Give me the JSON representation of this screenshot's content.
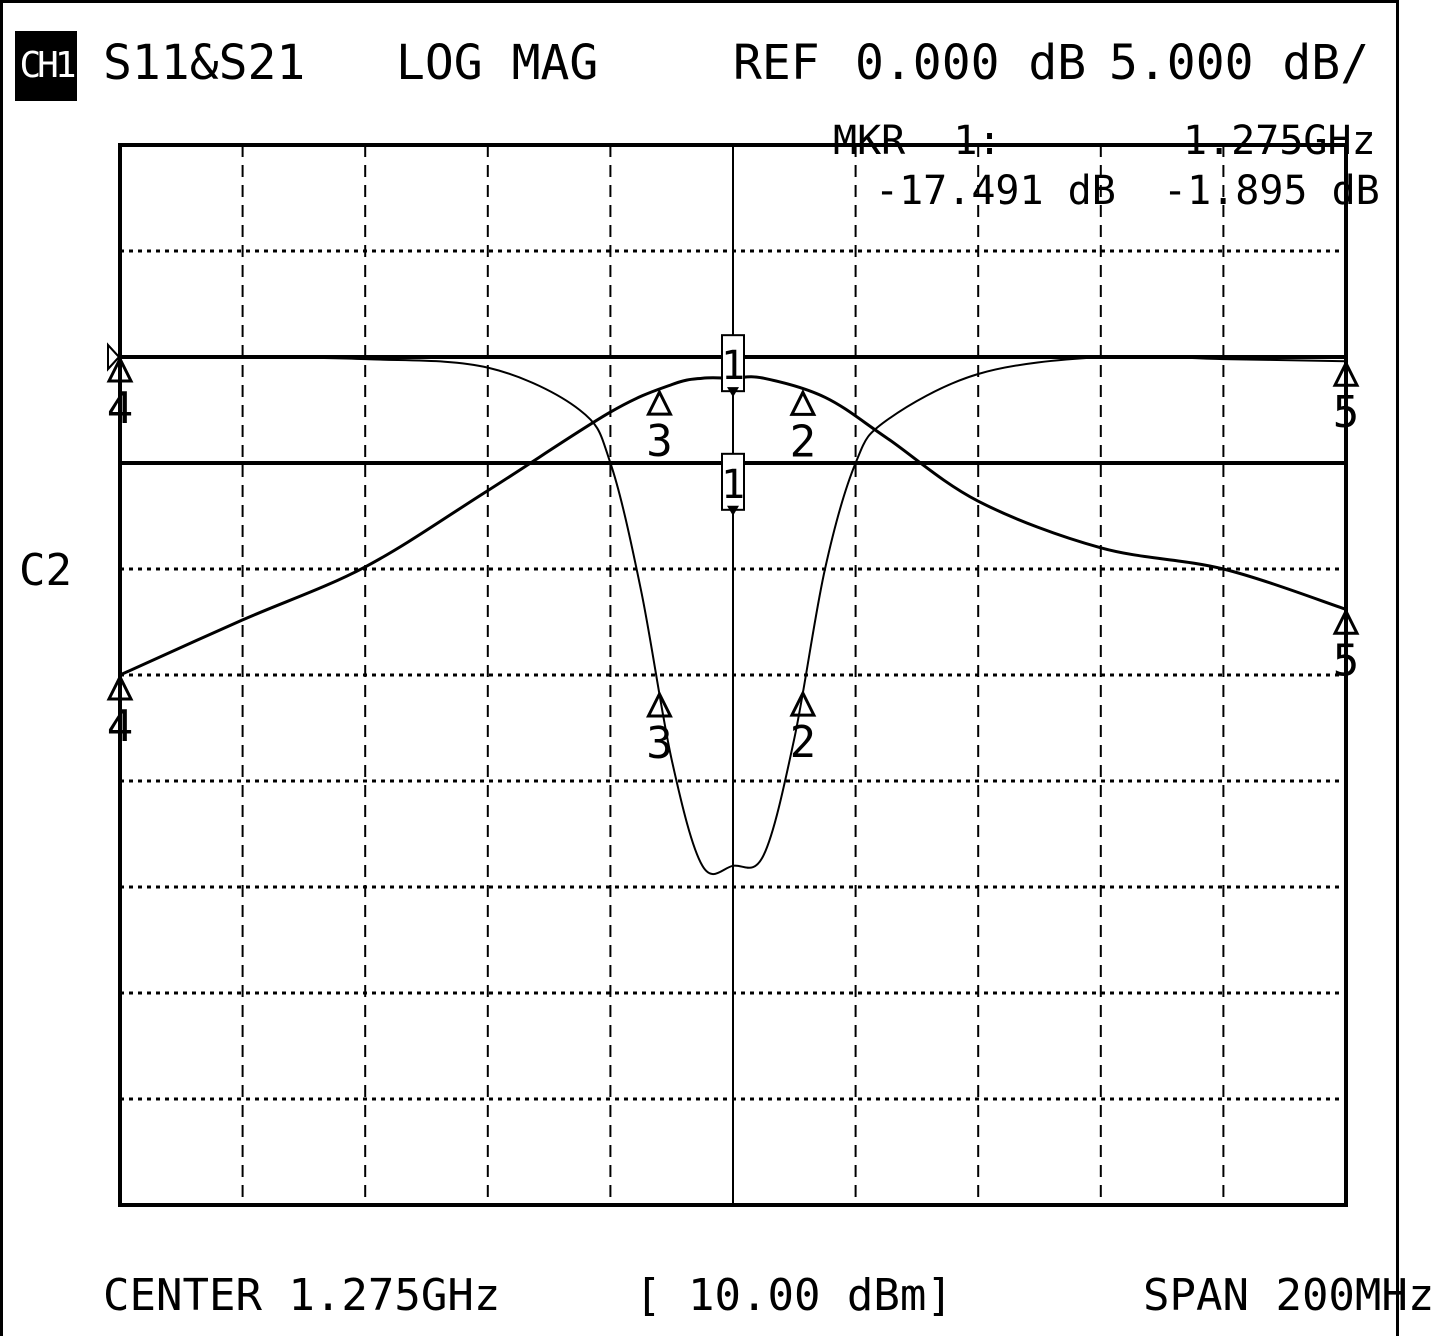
{
  "header": {
    "channel": "CH1",
    "parameter": "S11&S21",
    "format": "LOG MAG",
    "ref_label": "REF",
    "ref_value": "0.000 dB",
    "scale": "5.000 dB/"
  },
  "marker_readout": {
    "label": "MKR  1:",
    "freq": "1.275GHz",
    "value1": "-17.491 dB",
    "value2": "-1.895 dB"
  },
  "side_label": "C2",
  "footer": {
    "center": "CENTER 1.275GHz",
    "power": "[ 10.00 dBm]",
    "span": "SPAN 200MHz"
  },
  "colors": {
    "trace": "#000000",
    "background": "#ffffff",
    "grid": "#000000"
  },
  "chart_data": {
    "type": "line",
    "title": "",
    "xlabel": "",
    "ylabel": "",
    "x_unit": "GHz",
    "y_unit": "dB",
    "xlim": [
      1.175,
      1.375
    ],
    "divisions_x": 10,
    "divisions_y": 10,
    "grid": true,
    "series": [
      {
        "name": "S21",
        "reference_level_db": 0,
        "scale_db_per_div": 5,
        "x": [
          1.175,
          1.195,
          1.215,
          1.235,
          1.255,
          1.265,
          1.27,
          1.275,
          1.28,
          1.29,
          1.3,
          1.315,
          1.335,
          1.355,
          1.375
        ],
        "y": [
          -15.0,
          -12.4,
          -9.9,
          -6.3,
          -2.6,
          -1.3,
          -1.0,
          -1.0,
          -1.0,
          -1.9,
          -3.8,
          -6.8,
          -9.0,
          -10.0,
          -11.9
        ]
      },
      {
        "name": "S11",
        "reference_level_db": -10,
        "scale_db_per_div": 5,
        "x": [
          1.175,
          1.195,
          1.215,
          1.235,
          1.25,
          1.255,
          1.26,
          1.265,
          1.27,
          1.275,
          1.28,
          1.285,
          1.29,
          1.295,
          1.3,
          1.315,
          1.335,
          1.355,
          1.375
        ],
        "y": [
          -10.0,
          -10.0,
          -10.1,
          -10.5,
          -12.5,
          -15.0,
          -21.0,
          -29.0,
          -34.0,
          -34.0,
          -33.5,
          -28.0,
          -20.0,
          -15.0,
          -13.0,
          -10.8,
          -10.0,
          -10.1,
          -10.2
        ]
      }
    ],
    "reference_markers": [
      {
        "name": "S21 ref",
        "level_db": 0
      },
      {
        "name": "S11 ref",
        "level_db": -10
      }
    ],
    "markers": [
      {
        "id": "1",
        "x": 1.275,
        "s21_db": -1.895,
        "s11_db": -17.491,
        "active": true
      },
      {
        "id": "2",
        "x": 1.2864
      },
      {
        "id": "3",
        "x": 1.263
      },
      {
        "id": "4",
        "x": 1.175
      },
      {
        "id": "5",
        "x": 1.375
      }
    ]
  }
}
